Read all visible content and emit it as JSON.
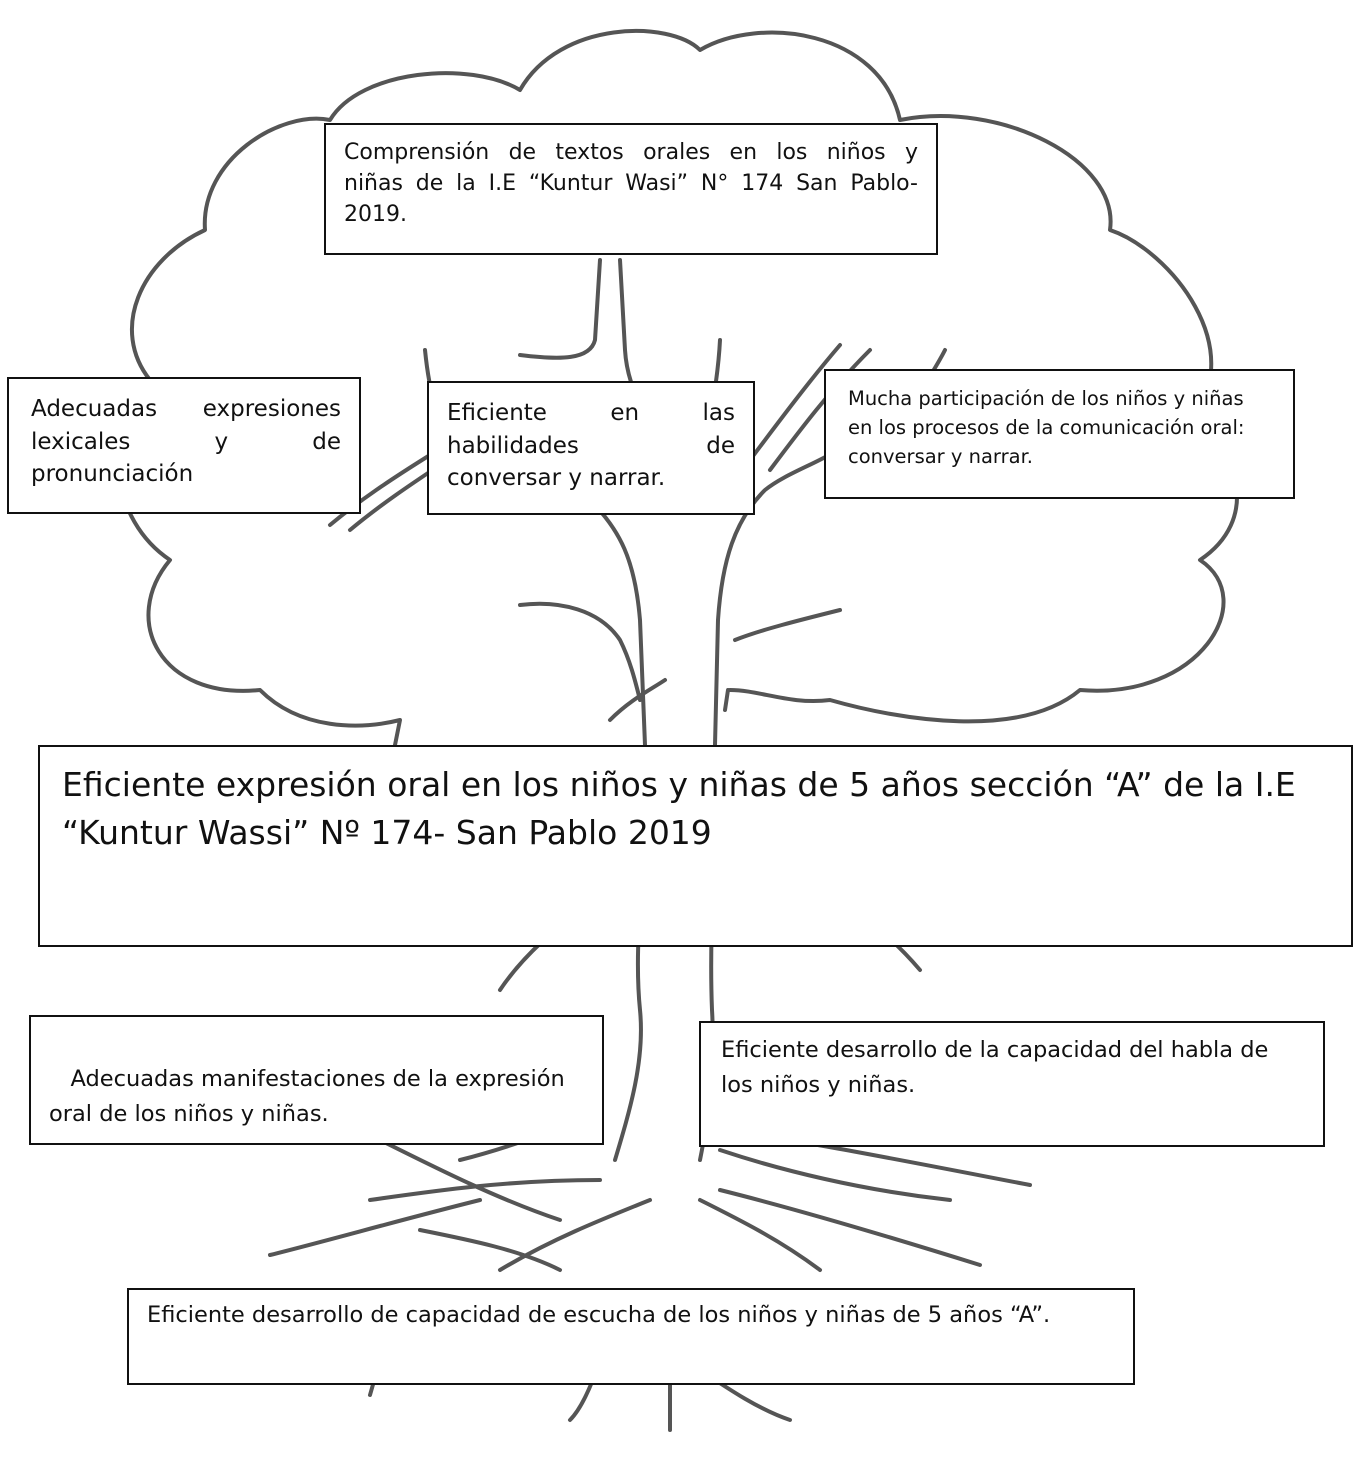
{
  "boxes": {
    "top": {
      "line1": "Comprensión de textos orales en los niños y",
      "line2": "niñas de la I.E “Kuntur Wasi” N° 174 San Pablo-",
      "line3": "2019."
    },
    "left_branch": {
      "line1": "Adecuadas expresiones",
      "line2": "lexicales y de",
      "line3": "pronunciación"
    },
    "middle_branch": {
      "line1": "Eficiente en las",
      "line2": "habilidades de",
      "line3": "conversar y narrar."
    },
    "right_branch": {
      "text": "Mucha participación de los niños y niñas en los procesos de la comunicación oral: conversar y narrar."
    },
    "trunk_main": {
      "text": "Eficiente expresión oral en los niños y niñas de 5 años sección “A” de la I.E “Kuntur Wassi” Nº 174- San Pablo 2019"
    },
    "root_left": {
      "text": " Adecuadas manifestaciones de la expresión oral de los niños y niñas."
    },
    "root_right": {
      "text": "Eficiente desarrollo de la capacidad del habla de los niños y niñas."
    },
    "root_bottom": {
      "text": "Eficiente desarrollo de capacidad de escucha de los niños y niñas de 5 años “A”."
    }
  },
  "colors": {
    "outline": "#111111",
    "tree_stroke": "#4a4a4a",
    "background": "#ffffff"
  }
}
